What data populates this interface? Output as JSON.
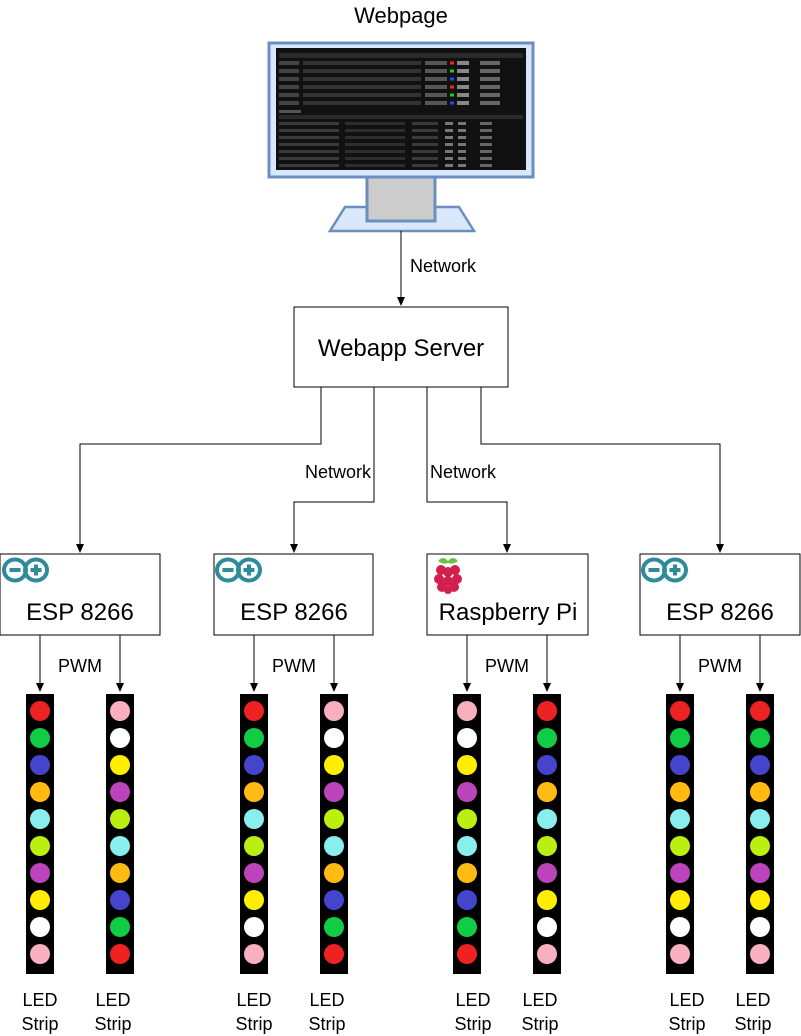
{
  "webpage": {
    "title": "Webpage",
    "screen": {
      "accent_colors": [
        "#ff2222",
        "#22cc22",
        "#2244ff",
        "#ff2222",
        "#22cc22",
        "#2244ff"
      ]
    }
  },
  "server": {
    "label": "Webapp Server"
  },
  "edges": {
    "webpage_to_server": "Network",
    "server_to_left": "Network",
    "server_to_right": "Network",
    "pwm": "PWM"
  },
  "controllers": [
    {
      "label": "ESP 8266",
      "icon": "arduino-icon"
    },
    {
      "label": "ESP 8266",
      "icon": "arduino-icon"
    },
    {
      "label": "Raspberry Pi",
      "icon": "raspberry-pi-icon"
    },
    {
      "label": "ESP 8266",
      "icon": "arduino-icon"
    }
  ],
  "strip_label": {
    "line1": "LED",
    "line2": "Strip"
  },
  "led_sequences": {
    "forward": [
      "#ee2222",
      "#11cc44",
      "#4444cc",
      "#ffbb11",
      "#88eeee",
      "#bbee11",
      "#bb44bb",
      "#ffee00",
      "#ffffff",
      "#f8b0c0"
    ],
    "reverse": [
      "#f8b0c0",
      "#ffffff",
      "#ffee00",
      "#bb44bb",
      "#bbee11",
      "#88eeee",
      "#ffbb11",
      "#4444cc",
      "#11cc44",
      "#ee2222"
    ]
  },
  "strips": [
    {
      "sequence": "forward"
    },
    {
      "sequence": "reverse"
    },
    {
      "sequence": "forward"
    },
    {
      "sequence": "reverse"
    },
    {
      "sequence": "reverse"
    },
    {
      "sequence": "forward"
    },
    {
      "sequence": "forward"
    },
    {
      "sequence": "forward"
    }
  ],
  "colors": {
    "monitor_frame": "#dae8fc",
    "monitor_border": "#6c8ebf",
    "monitor_stand": "#cccccc",
    "screen_bg": "#111111",
    "arduino": "#2e8b9a",
    "raspberry": "#d11f4f",
    "leaf": "#6cc04a"
  }
}
